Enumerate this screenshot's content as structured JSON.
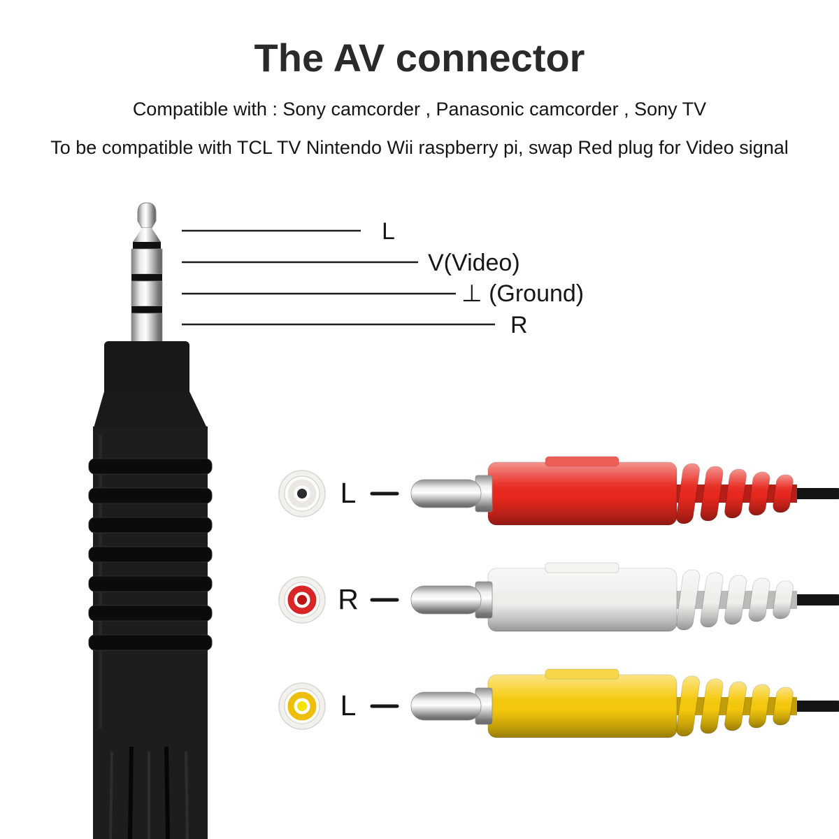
{
  "page": {
    "background_color": "#ffffff",
    "title": "The AV connector",
    "subtitle_line1": "Compatible with : Sony camcorder , Panasonic camcorder , Sony TV",
    "subtitle_line2": "To be compatible with TCL TV Nintendo Wii raspberry pi, swap Red plug for Video signal"
  },
  "jack_pinout": {
    "labels": {
      "tip": "L",
      "ring1": "V(Video)",
      "ring2": "⊥ (Ground)",
      "sleeve": "R"
    }
  },
  "rca_plugs": [
    {
      "port_label": "L",
      "body_color": "#e8281e",
      "port_ring_color": "#ebe8e4",
      "port_center_color": "#2d2d2d"
    },
    {
      "port_label": "R",
      "body_color": "#f2f0ed",
      "port_ring_color": "#d92525",
      "port_center_color": "#bc1414"
    },
    {
      "port_label": "L",
      "body_color": "#f6c90c",
      "port_ring_color": "#edbf0b",
      "port_center_color": "#f2e300"
    }
  ]
}
